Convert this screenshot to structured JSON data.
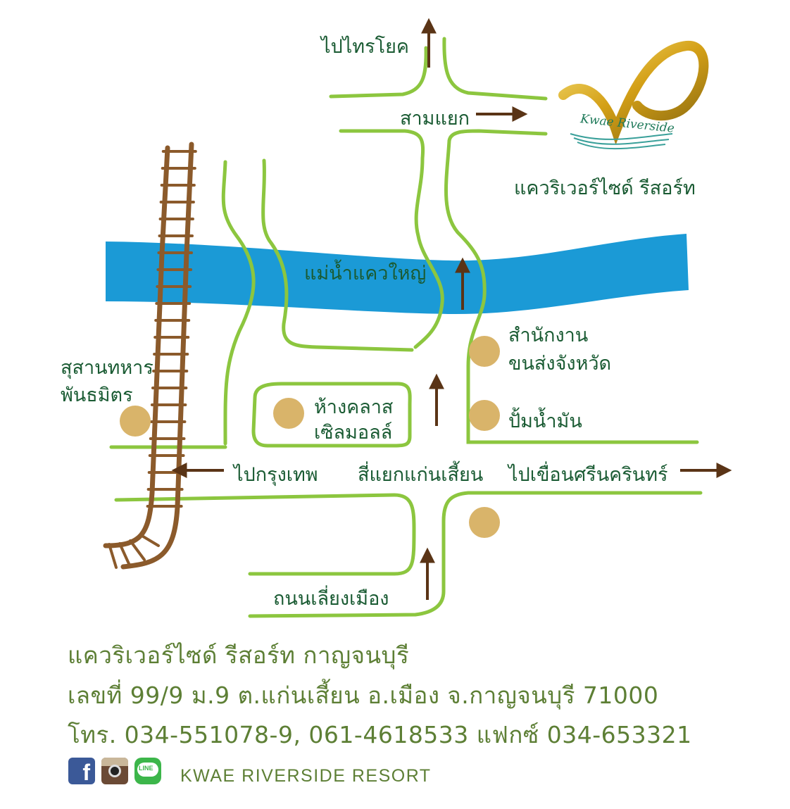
{
  "labels": {
    "to_saiyok": "ไปไทรโยค",
    "three_way": "สามแยก",
    "resort_name": "แควริเวอร์ไซด์ รีสอร์ท",
    "river": "แม่น้ำแควใหญ่",
    "transport_office_line1": "สำนักงาน",
    "transport_office_line2": "ขนส่งจังหวัด",
    "cemetery_line1": "สุสานทหาร",
    "cemetery_line2": "พันธมิตร",
    "mall_line1": "ห้างคลาส",
    "mall_line2": "เซิลมอลล์",
    "gas_station": "ปั้มน้ำมัน",
    "to_bangkok": "ไปกรุงเทพ",
    "kaeng_sian_junction": "สี่แยกแก่นเสี้ยน",
    "to_srinagarind_dam": "ไปเขื่อนศรีนครินทร์",
    "bypass_road": "ถนนเลี่ยงเมือง"
  },
  "logo": {
    "text": "Kwae Riverside"
  },
  "address": {
    "line1": "แควริเวอร์ไซด์ รีสอร์ท กาญจนบุรี",
    "line2": "เลขที่ 99/9 ม.9 ต.แก่นเสี้ยน อ.เมือง จ.กาญจนบุรี 71000",
    "line3": "โทร. 034-551078-9, 061-4618533 แฟกซ์ 034-653321"
  },
  "social": [
    {
      "icon": "facebook-icon",
      "glyph": "f",
      "color": "#3b5998"
    },
    {
      "icon": "instagram-icon",
      "glyph": "◉",
      "color": "#6b4a35"
    },
    {
      "icon": "line-icon",
      "glyph": "LINE",
      "color": "#3cb64a"
    }
  ],
  "footer": {
    "name": "KWAE RIVERSIDE RESORT"
  },
  "colors": {
    "road": "#8cc63f",
    "river": "#1b9ad6",
    "railway": "#8b5a2b",
    "arrow": "#5a3416",
    "landmark": "#d9b46a",
    "label_text": "#1a5b33",
    "address_text": "#5d7f35",
    "logo_gold": "#d4a017"
  }
}
